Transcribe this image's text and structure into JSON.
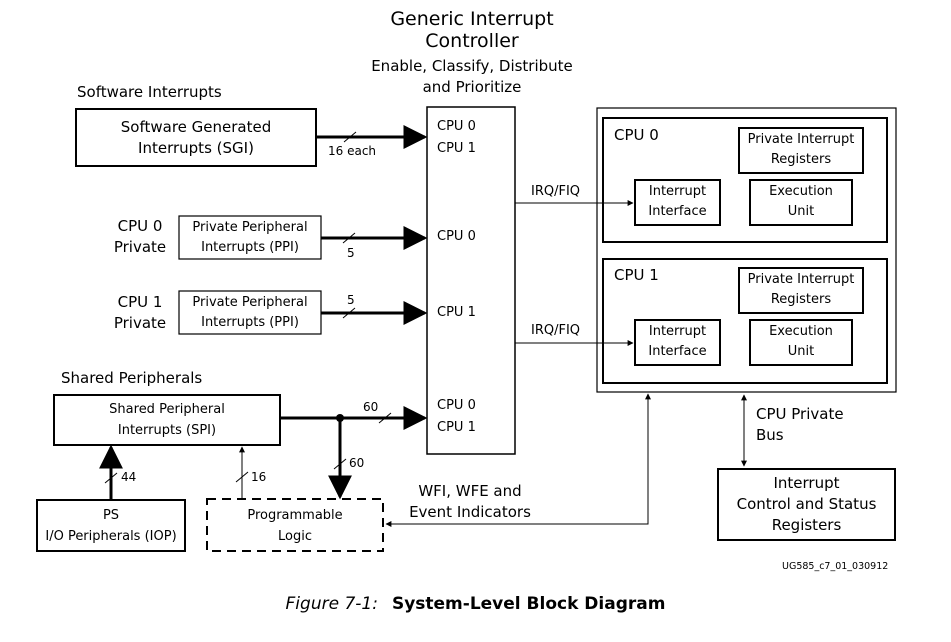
{
  "gic": {
    "title_line1": "Generic Interrupt",
    "title_line2": "Controller",
    "subtitle_line1": "Enable, Classify, Distribute",
    "subtitle_line2": "and Prioritize",
    "ports": [
      "CPU 0",
      "CPU 1",
      "CPU 0",
      "CPU 1",
      "CPU 0",
      "CPU 1"
    ]
  },
  "software_interrupts": {
    "heading": "Software Interrupts",
    "box_line1": "Software Generated",
    "box_line2": "Interrupts (SGI)",
    "bus_label": "16 each"
  },
  "cpu0_private": {
    "label_line1": "CPU 0",
    "label_line2": "Private",
    "box_line1": "Private Peripheral",
    "box_line2": "Interrupts (PPI)",
    "bus_label": "5"
  },
  "cpu1_private": {
    "label_line1": "CPU 1",
    "label_line2": "Private",
    "box_line1": "Private Peripheral",
    "box_line2": "Interrupts (PPI)",
    "bus_label": "5"
  },
  "shared": {
    "heading": "Shared Peripherals",
    "box_line1": "Shared Peripheral",
    "box_line2": "Interrupts (SPI)",
    "bus_label_gic": "60",
    "bus_label_pl": "60",
    "bus_label_ps": "44",
    "bus_label_pl_up": "16"
  },
  "ps_box": {
    "line1": "PS",
    "line2": "I/O Peripherals (IOP)"
  },
  "pl_box": {
    "line1": "Programmable",
    "line2": "Logic"
  },
  "wfi": {
    "line1": "WFI, WFE and",
    "line2": "Event Indicators"
  },
  "irq_labels": [
    "IRQ/FIQ",
    "IRQ/FIQ"
  ],
  "cpu_cores": [
    {
      "name": "CPU 0",
      "pir_line1": "Private Interrupt",
      "pir_line2": "Registers",
      "ii_line1": "Interrupt",
      "ii_line2": "Interface",
      "eu_line1": "Execution",
      "eu_line2": "Unit"
    },
    {
      "name": "CPU 1",
      "pir_line1": "Private Interrupt",
      "pir_line2": "Registers",
      "ii_line1": "Interrupt",
      "ii_line2": "Interface",
      "eu_line1": "Execution",
      "eu_line2": "Unit"
    }
  ],
  "cpu_bus": {
    "line1": "CPU Private",
    "line2": "Bus"
  },
  "ics": {
    "line1": "Interrupt",
    "line2": "Control and Status",
    "line3": "Registers"
  },
  "figure_id": "UG585_c7_01_030912",
  "caption": {
    "figure": "Figure 7-1:",
    "title": "System-Level Block Diagram"
  }
}
